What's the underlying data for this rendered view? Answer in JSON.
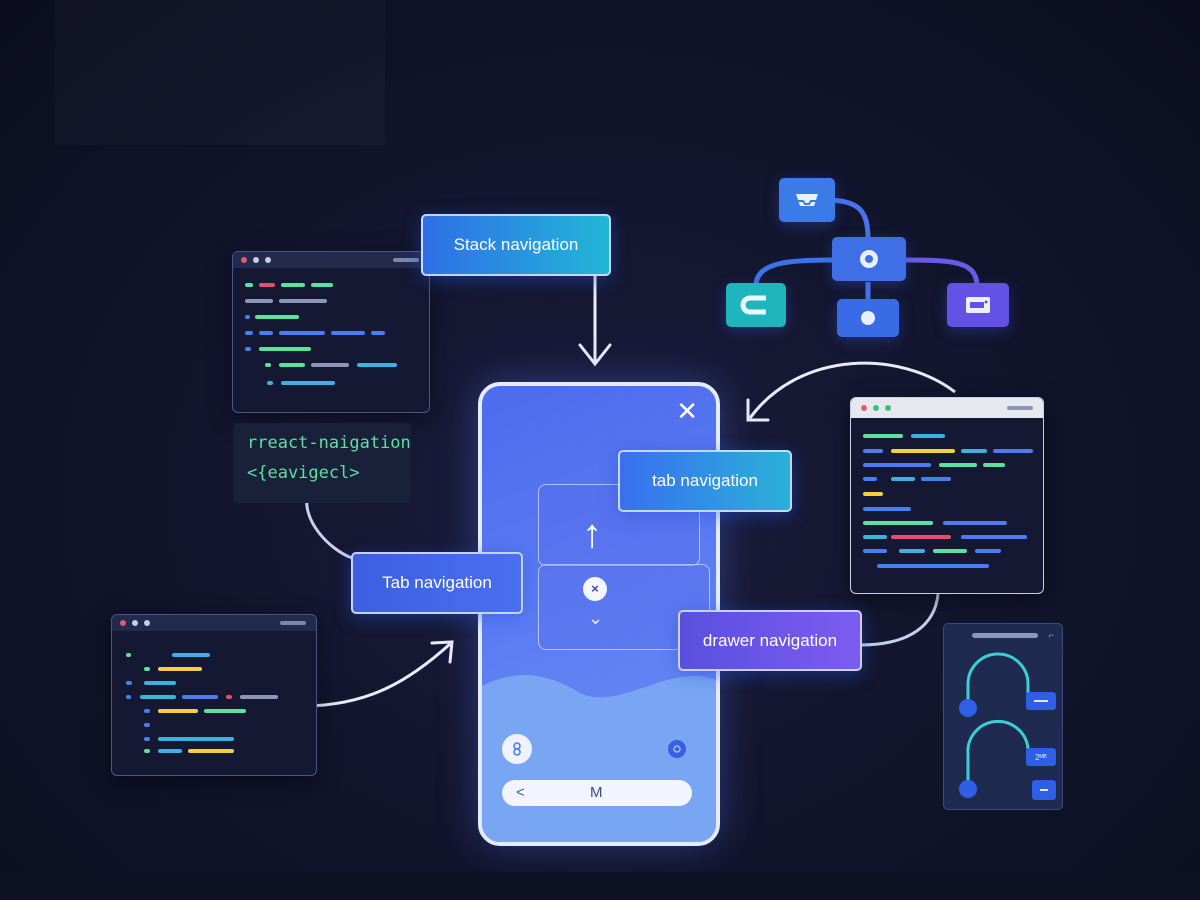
{
  "labels": {
    "stack_navigation": "Stack navigation",
    "tab_navigation_upper": "tab navigation",
    "tab_navigation_left": "Tab navigation",
    "drawer_navigation": "drawer navigation"
  },
  "package": {
    "name": "rreact-naigation",
    "tag": "<{eavigecl>"
  },
  "phone": {
    "close_glyph": "✕",
    "card_arrow": "↑",
    "x_marker": "×",
    "chevron": "⌄",
    "pill_back": "<",
    "pill_letter": "M"
  },
  "slider_panel": {
    "value_label": "2ᴹᴱ"
  },
  "colors": {
    "background": "#11142b",
    "accent_blue": "#2f6fe8",
    "accent_cyan": "#21b6d6",
    "accent_purple": "#7c5cf0",
    "code_green": "#5ee0a0",
    "code_yellow": "#f1d23c",
    "code_red": "#e84d6d",
    "code_blue": "#4a7df0"
  },
  "icons": {
    "tree_root": "envelope-tray-icon",
    "tree_center": "target-icon",
    "tree_left": "magnet-icon",
    "tree_mid": "dot-icon",
    "tree_right": "card-icon"
  }
}
